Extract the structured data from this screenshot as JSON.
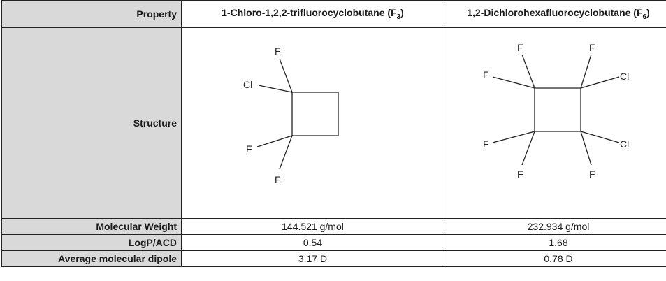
{
  "header": {
    "property_label": "Property",
    "compound1_name": "1-Chloro-1,2,2-trifluorocyclobutane (F",
    "compound1_sub": "3",
    "compound1_close": ")",
    "compound2_name": "1,2-Dichlorohexafluorocyclobutane (F",
    "compound2_sub": "6",
    "compound2_close": ")"
  },
  "rows": {
    "structure_label": "Structure",
    "mw_label": "Molecular Weight",
    "mw_values": [
      "144.521 g/mol",
      "232.934 g/mol"
    ],
    "logp_label": "LogP/ACD",
    "logp_values": [
      "0.54",
      "1.68"
    ],
    "dipole_label": "Average molecular dipole",
    "dipole_values": [
      "3.17 D",
      "0.78 D"
    ]
  },
  "structure1": {
    "atom_top": "F",
    "atom_left": "Cl",
    "atom_lower_left": "F",
    "atom_bottom": "F"
  },
  "structure2": {
    "atom_top_left": "F",
    "atom_top_right": "F",
    "atom_upper_left": "F",
    "atom_upper_right": "Cl",
    "atom_lower_left": "F",
    "atom_lower_right": "Cl",
    "atom_bottom_left": "F",
    "atom_bottom_right": "F"
  }
}
